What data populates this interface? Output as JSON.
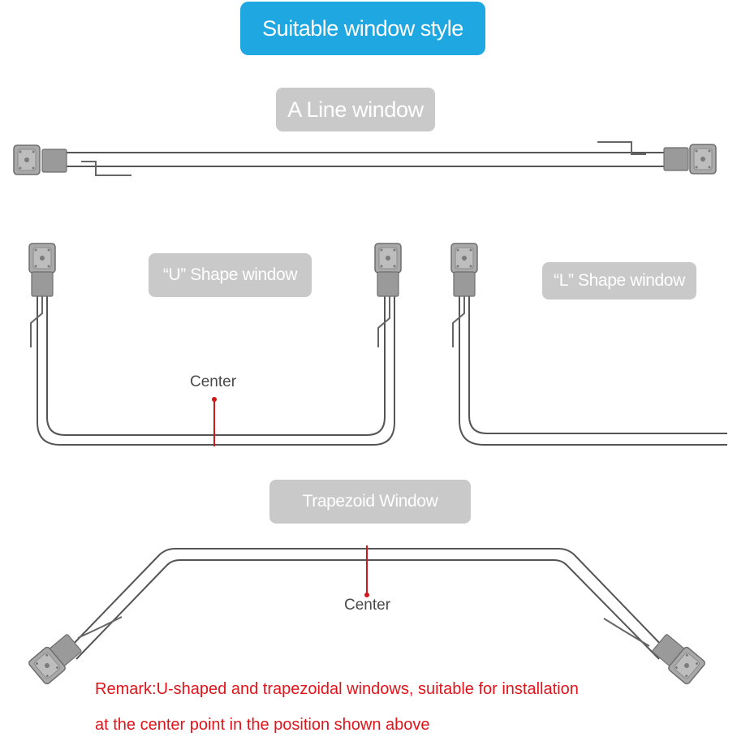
{
  "header": {
    "title": "Suitable window style"
  },
  "styles": {
    "line": {
      "label": "A Line window"
    },
    "u_shape": {
      "label": "“U” Shape window",
      "center_label": "Center"
    },
    "l_shape": {
      "label": "“L” Shape window"
    },
    "trapezoid": {
      "label": "Trapezoid Window",
      "center_label": "Center"
    }
  },
  "remark": {
    "line1": "Remark:U-shaped and trapezoidal windows, suitable for installation",
    "line2": "at the center point in the position shown above"
  },
  "colors": {
    "header_bg": "#1fa7e2",
    "label_bg": "#c9c9c9",
    "rail": "#555555",
    "motor": "#9a9a9a",
    "center_marker": "#d01818",
    "remark_text": "#e0141a"
  }
}
